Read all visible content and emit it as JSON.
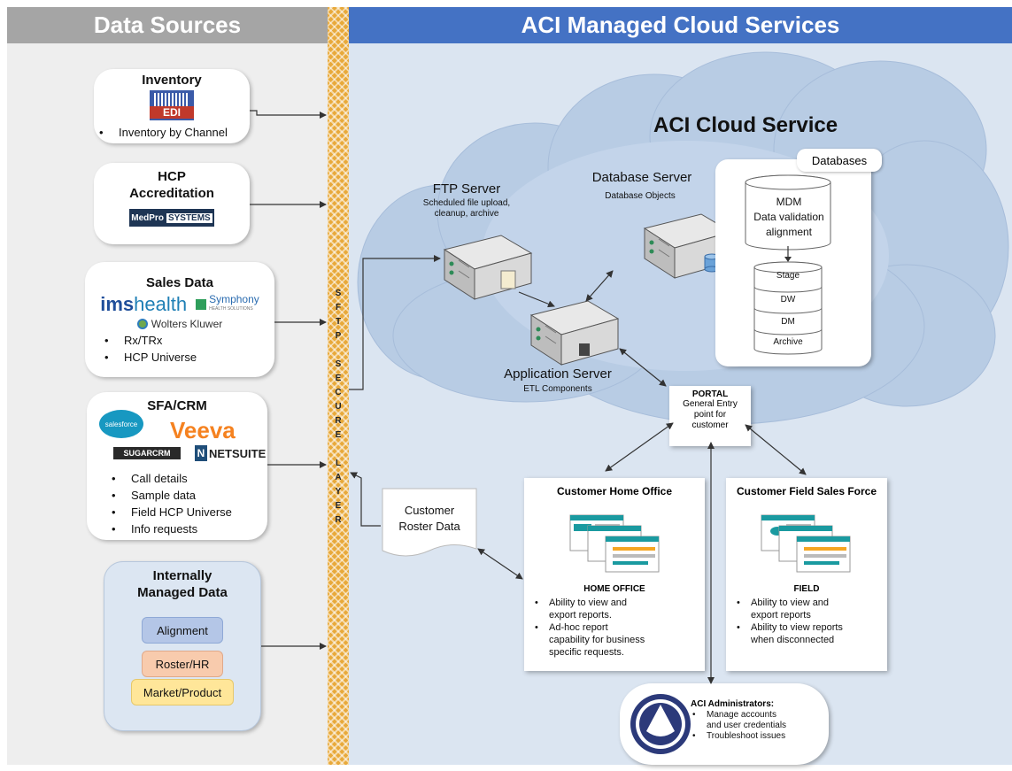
{
  "headers": {
    "left": "Data Sources",
    "right": "ACI Managed Cloud Services"
  },
  "sftp_letters": [
    "S",
    "F",
    "T",
    "P",
    "",
    "S",
    "E",
    "C",
    "U",
    "R",
    "E",
    "",
    "L",
    "A",
    "Y",
    "E",
    "R"
  ],
  "sources": {
    "inventory": {
      "title": "Inventory",
      "logo": "EDI",
      "bullets": [
        "Inventory by Channel"
      ]
    },
    "hcp": {
      "title_line1": "HCP",
      "title_line2": "Accreditation",
      "logo_a": "MedPro",
      "logo_b": "SYSTEMS"
    },
    "sales": {
      "title": "Sales Data",
      "logo_ims_a": "ims",
      "logo_ims_b": "health",
      "logo_symphony": "Symphony",
      "logo_symphony_sub": "HEALTH SOLUTIONS",
      "logo_wk": "Wolters Kluwer",
      "bullets": [
        "Rx/TRx",
        "HCP Universe"
      ]
    },
    "sfa": {
      "title": "SFA/CRM",
      "logo_salesforce": "salesforce",
      "logo_veeva": "Veeva",
      "logo_sugar": "SUGARCRM",
      "logo_netsuite": "NETSUITE",
      "bullets": [
        "Call details",
        "Sample data",
        "Field HCP Universe",
        "Info requests"
      ]
    },
    "internal": {
      "title_line1": "Internally",
      "title_line2": "Managed Data",
      "pills": [
        "Alignment",
        "Roster/HR",
        "Market/Product"
      ]
    }
  },
  "cloud": {
    "title": "ACI Cloud Service",
    "ftp": {
      "name": "FTP Server",
      "desc_line1": "Scheduled file upload,",
      "desc_line2": "cleanup, archive"
    },
    "db_server": {
      "name": "Database Server",
      "desc": "Database Objects"
    },
    "app_server": {
      "name": "Application Server",
      "desc": "ETL Components"
    },
    "databases": {
      "label": "Databases",
      "mdm_line1": "MDM",
      "mdm_line2": "Data validation",
      "mdm_line3": "alignment",
      "layers": [
        "Stage",
        "DW",
        "DM",
        "Archive"
      ]
    }
  },
  "portal": {
    "title": "PORTAL",
    "line1": "General Entry",
    "line2": "point for",
    "line3": "customer"
  },
  "roster": {
    "line1": "Customer",
    "line2": "Roster Data"
  },
  "home_office": {
    "title": "Customer Home Office",
    "label": "HOME OFFICE",
    "bullets": [
      [
        "Ability to view and",
        "export reports."
      ],
      [
        "Ad-hoc report",
        "capability for business",
        "specific requests."
      ]
    ]
  },
  "field": {
    "title": "Customer Field Sales Force",
    "label": "FIELD",
    "bullets": [
      [
        "Ability to view and",
        "export reports"
      ],
      [
        "Ability to view reports",
        "when disconnected"
      ]
    ]
  },
  "admins": {
    "title": "ACI Administrators:",
    "bullets": [
      [
        "Manage accounts",
        "and user credentials"
      ],
      [
        "Troubleshoot issues"
      ]
    ]
  },
  "colors": {
    "left_header": "#a5a5a5",
    "right_header": "#4472c4",
    "cloud": "#b8cce4",
    "sftp": "#e8a93a",
    "pill_alignment": "#b4c6e7",
    "pill_roster": "#f8cbad",
    "pill_market": "#ffe699"
  },
  "icons": [
    "barcode-icon",
    "server-icon",
    "database-cylinder-icon",
    "dashboard-screenshot-icon",
    "aci-logo-icon",
    "arrow-icon"
  ]
}
